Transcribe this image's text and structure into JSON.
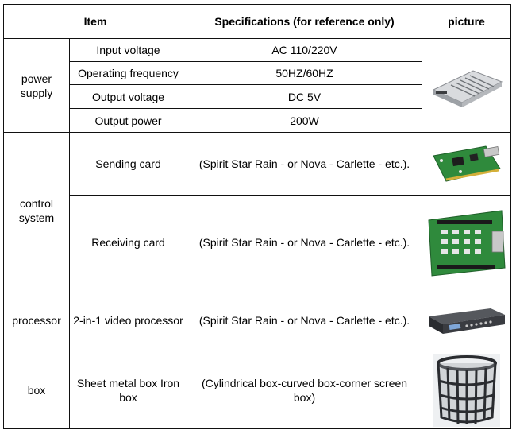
{
  "header": {
    "item": "Item",
    "specs": "Specifications (for reference only)",
    "picture": "picture"
  },
  "power_supply": {
    "label": "power supply",
    "rows": [
      {
        "name": "Input voltage",
        "value": "AC 110/220V"
      },
      {
        "name": "Operating frequency",
        "value": "50HZ/60HZ"
      },
      {
        "name": "Output voltage",
        "value": "DC 5V"
      },
      {
        "name": "Output power",
        "value": "200W"
      }
    ]
  },
  "control_system": {
    "label": "control system",
    "sending": {
      "name": "Sending card",
      "value": "(Spirit Star Rain - or Nova - Carlette - etc.)."
    },
    "receiving": {
      "name": "Receiving card",
      "value": "(Spirit Star Rain - or Nova - Carlette - etc.)."
    }
  },
  "processor": {
    "label": "processor",
    "name": "2-in-1 video processor",
    "value": "(Spirit Star Rain - or Nova - Carlette - etc.)."
  },
  "box": {
    "label": "box",
    "name": "Sheet metal box Iron box",
    "value": "(Cylindrical box-curved box-corner screen box)"
  },
  "icons": {
    "power_supply": "power-supply-unit-image",
    "sending_card": "sending-card-image",
    "receiving_card": "receiving-card-image",
    "processor": "video-processor-image",
    "box": "cylindrical-cabinet-image"
  },
  "colors": {
    "pcb_green": "#2f8a3c",
    "metal": "#b9bcc0",
    "dark_metal": "#2a2c30"
  }
}
